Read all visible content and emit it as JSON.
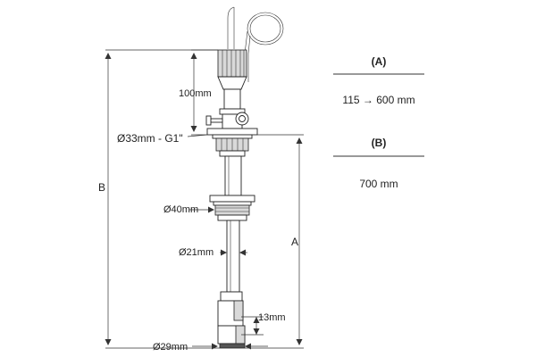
{
  "labels": {
    "dim_100": "100mm",
    "dim_33": "Ø33mm - G1\"",
    "dim_40": "Ø40mm",
    "dim_21": "Ø21mm",
    "dim_13": "13mm",
    "dim_29": "Ø29mm",
    "dim_b": "B",
    "dim_a": "A"
  },
  "table": {
    "a_header": "(A)",
    "a_value": "115 → 600 mm",
    "b_header": "(B)",
    "b_value": "700 mm"
  },
  "colors": {
    "line": "#222222",
    "shade": "#d9d9d9"
  }
}
